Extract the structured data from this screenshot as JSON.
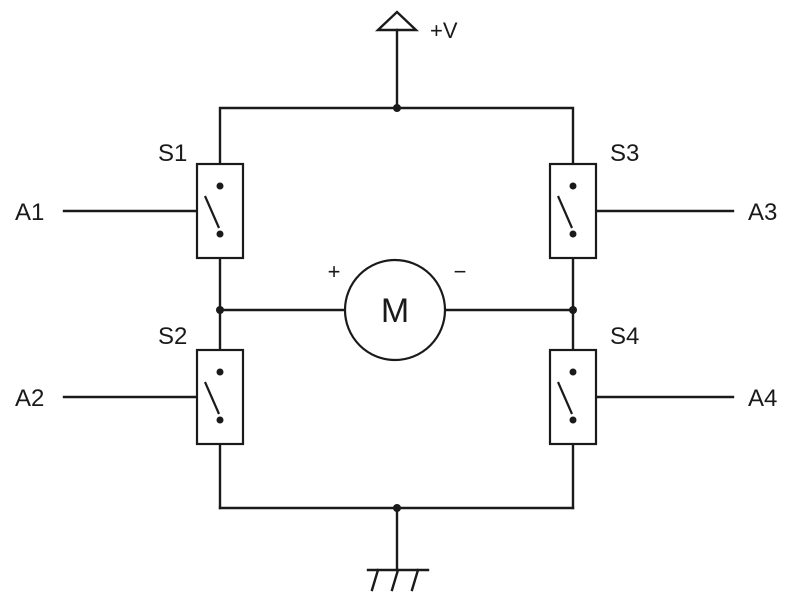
{
  "supply": {
    "label": "+V"
  },
  "ground": {
    "icon": "ground-symbol-icon"
  },
  "motor": {
    "label": "M",
    "plus_label": "+",
    "minus_label": "−"
  },
  "switches": [
    {
      "name": "S1",
      "input": "A1"
    },
    {
      "name": "S2",
      "input": "A2"
    },
    {
      "name": "S3",
      "input": "A3"
    },
    {
      "name": "S4",
      "input": "A4"
    }
  ]
}
